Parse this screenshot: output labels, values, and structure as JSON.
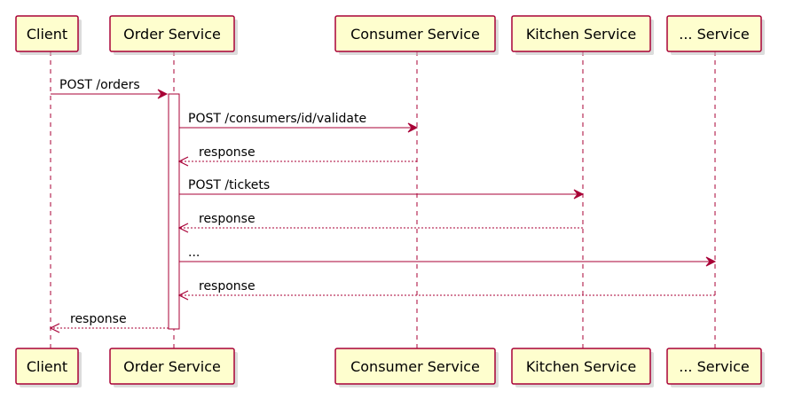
{
  "participants": [
    {
      "id": "client",
      "label": "Client"
    },
    {
      "id": "order",
      "label": "Order Service"
    },
    {
      "id": "consumer",
      "label": "Consumer Service"
    },
    {
      "id": "kitchen",
      "label": "Kitchen Service"
    },
    {
      "id": "other",
      "label": "... Service"
    }
  ],
  "messages": [
    {
      "from": "client",
      "to": "order",
      "label": "POST /orders",
      "style": "solid"
    },
    {
      "from": "order",
      "to": "consumer",
      "label": "POST /consumers/id/validate",
      "style": "solid"
    },
    {
      "from": "consumer",
      "to": "order",
      "label": "response",
      "style": "dashed"
    },
    {
      "from": "order",
      "to": "kitchen",
      "label": "POST /tickets",
      "style": "solid"
    },
    {
      "from": "kitchen",
      "to": "order",
      "label": "response",
      "style": "dashed"
    },
    {
      "from": "order",
      "to": "other",
      "label": "...",
      "style": "solid"
    },
    {
      "from": "other",
      "to": "order",
      "label": "response",
      "style": "dashed"
    },
    {
      "from": "order",
      "to": "client",
      "label": "response",
      "style": "dashed"
    }
  ],
  "colors": {
    "participant_fill": "#FEFECE",
    "line": "#A80036"
  }
}
